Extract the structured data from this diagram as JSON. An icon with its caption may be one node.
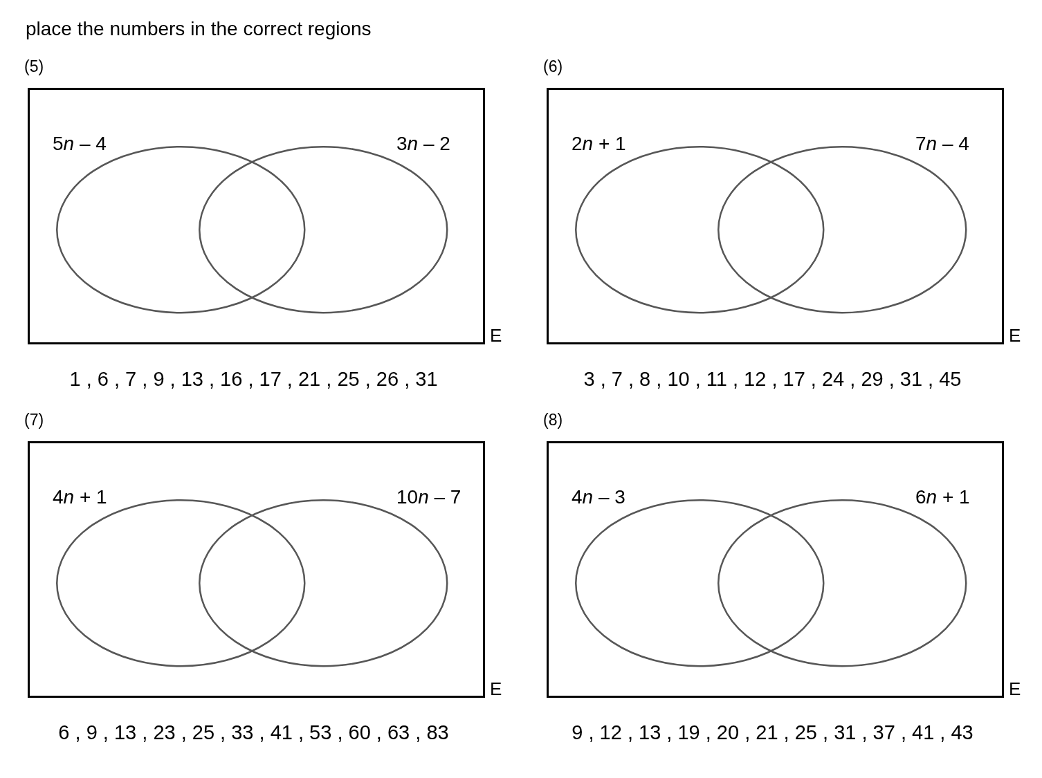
{
  "diagram": {
    "title": "place the numbers in the correct regions",
    "nodes": [
      {
        "text": [
          "E"
        ],
        "beside": [
          "(5)",
          "1 , 6 , 7 , 9 , 13 , 16 , 17 , 21 , 25 , 26 , 31"
        ]
      },
      {
        "text": [
          "5n – 4"
        ],
        "in": 0
      },
      {
        "text": [
          "3n – 2"
        ],
        "in": 0
      },
      {
        "text": [
          "E"
        ],
        "beside": [
          "(6)",
          "3 , 7 , 8 , 10 , 11 , 12 , 17 , 24 , 29 , 31 , 45"
        ]
      },
      {
        "text": [
          "2n + 1"
        ],
        "in": 3
      },
      {
        "text": [
          "7n – 4"
        ],
        "in": 3
      },
      {
        "text": [
          "E"
        ],
        "beside": [
          "(7)",
          "6 , 9 , 13 , 23 , 25 , 33 , 41 , 53 , 60 , 63 , 83"
        ]
      },
      {
        "text": [
          "4n + 1"
        ],
        "in": 6
      },
      {
        "text": [
          "10n – 7"
        ],
        "in": 6
      },
      {
        "text": [
          "E"
        ],
        "beside": [
          "(8)",
          "9 , 12 , 13 , 19 , 20 , 21 , 25 , 31 , 37 , 41 , 43"
        ]
      },
      {
        "text": [
          "4n – 3"
        ],
        "in": 9
      },
      {
        "text": [
          "6n + 1"
        ],
        "in": 9
      }
    ]
  }
}
